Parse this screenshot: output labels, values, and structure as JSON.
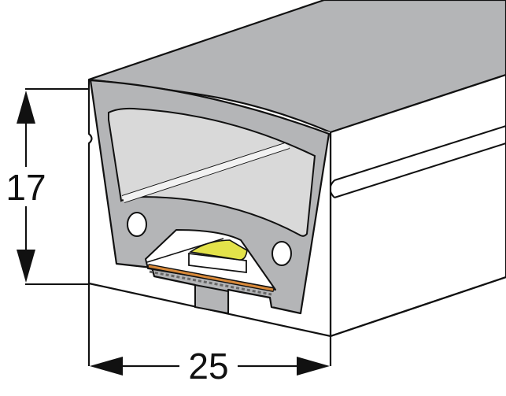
{
  "diagram": {
    "subject": "LED neon flex profile cross-section",
    "dimensions": {
      "height": {
        "value": "17",
        "orientation": "vertical"
      },
      "width": {
        "value": "25",
        "orientation": "horizontal"
      }
    },
    "colors": {
      "outline": "#111111",
      "body_top": "#b4b5b7",
      "profile_face": "#b4b5b7",
      "diffuser_window": "#d9d9d9",
      "side_wall": "#ffffff",
      "led_chip": "#e3e24a",
      "pcb_strip": "#d98a3a",
      "background": "#ffffff"
    },
    "components": [
      {
        "id": "top-surface",
        "label": "Top surface"
      },
      {
        "id": "diffuser-window",
        "label": "Diffuser window"
      },
      {
        "id": "mounting-holes",
        "label": "Mounting holes",
        "count": 2
      },
      {
        "id": "led-chip",
        "label": "LED chip"
      },
      {
        "id": "pcb-strip",
        "label": "PCB strip"
      },
      {
        "id": "side-groove",
        "label": "Side groove"
      }
    ]
  }
}
